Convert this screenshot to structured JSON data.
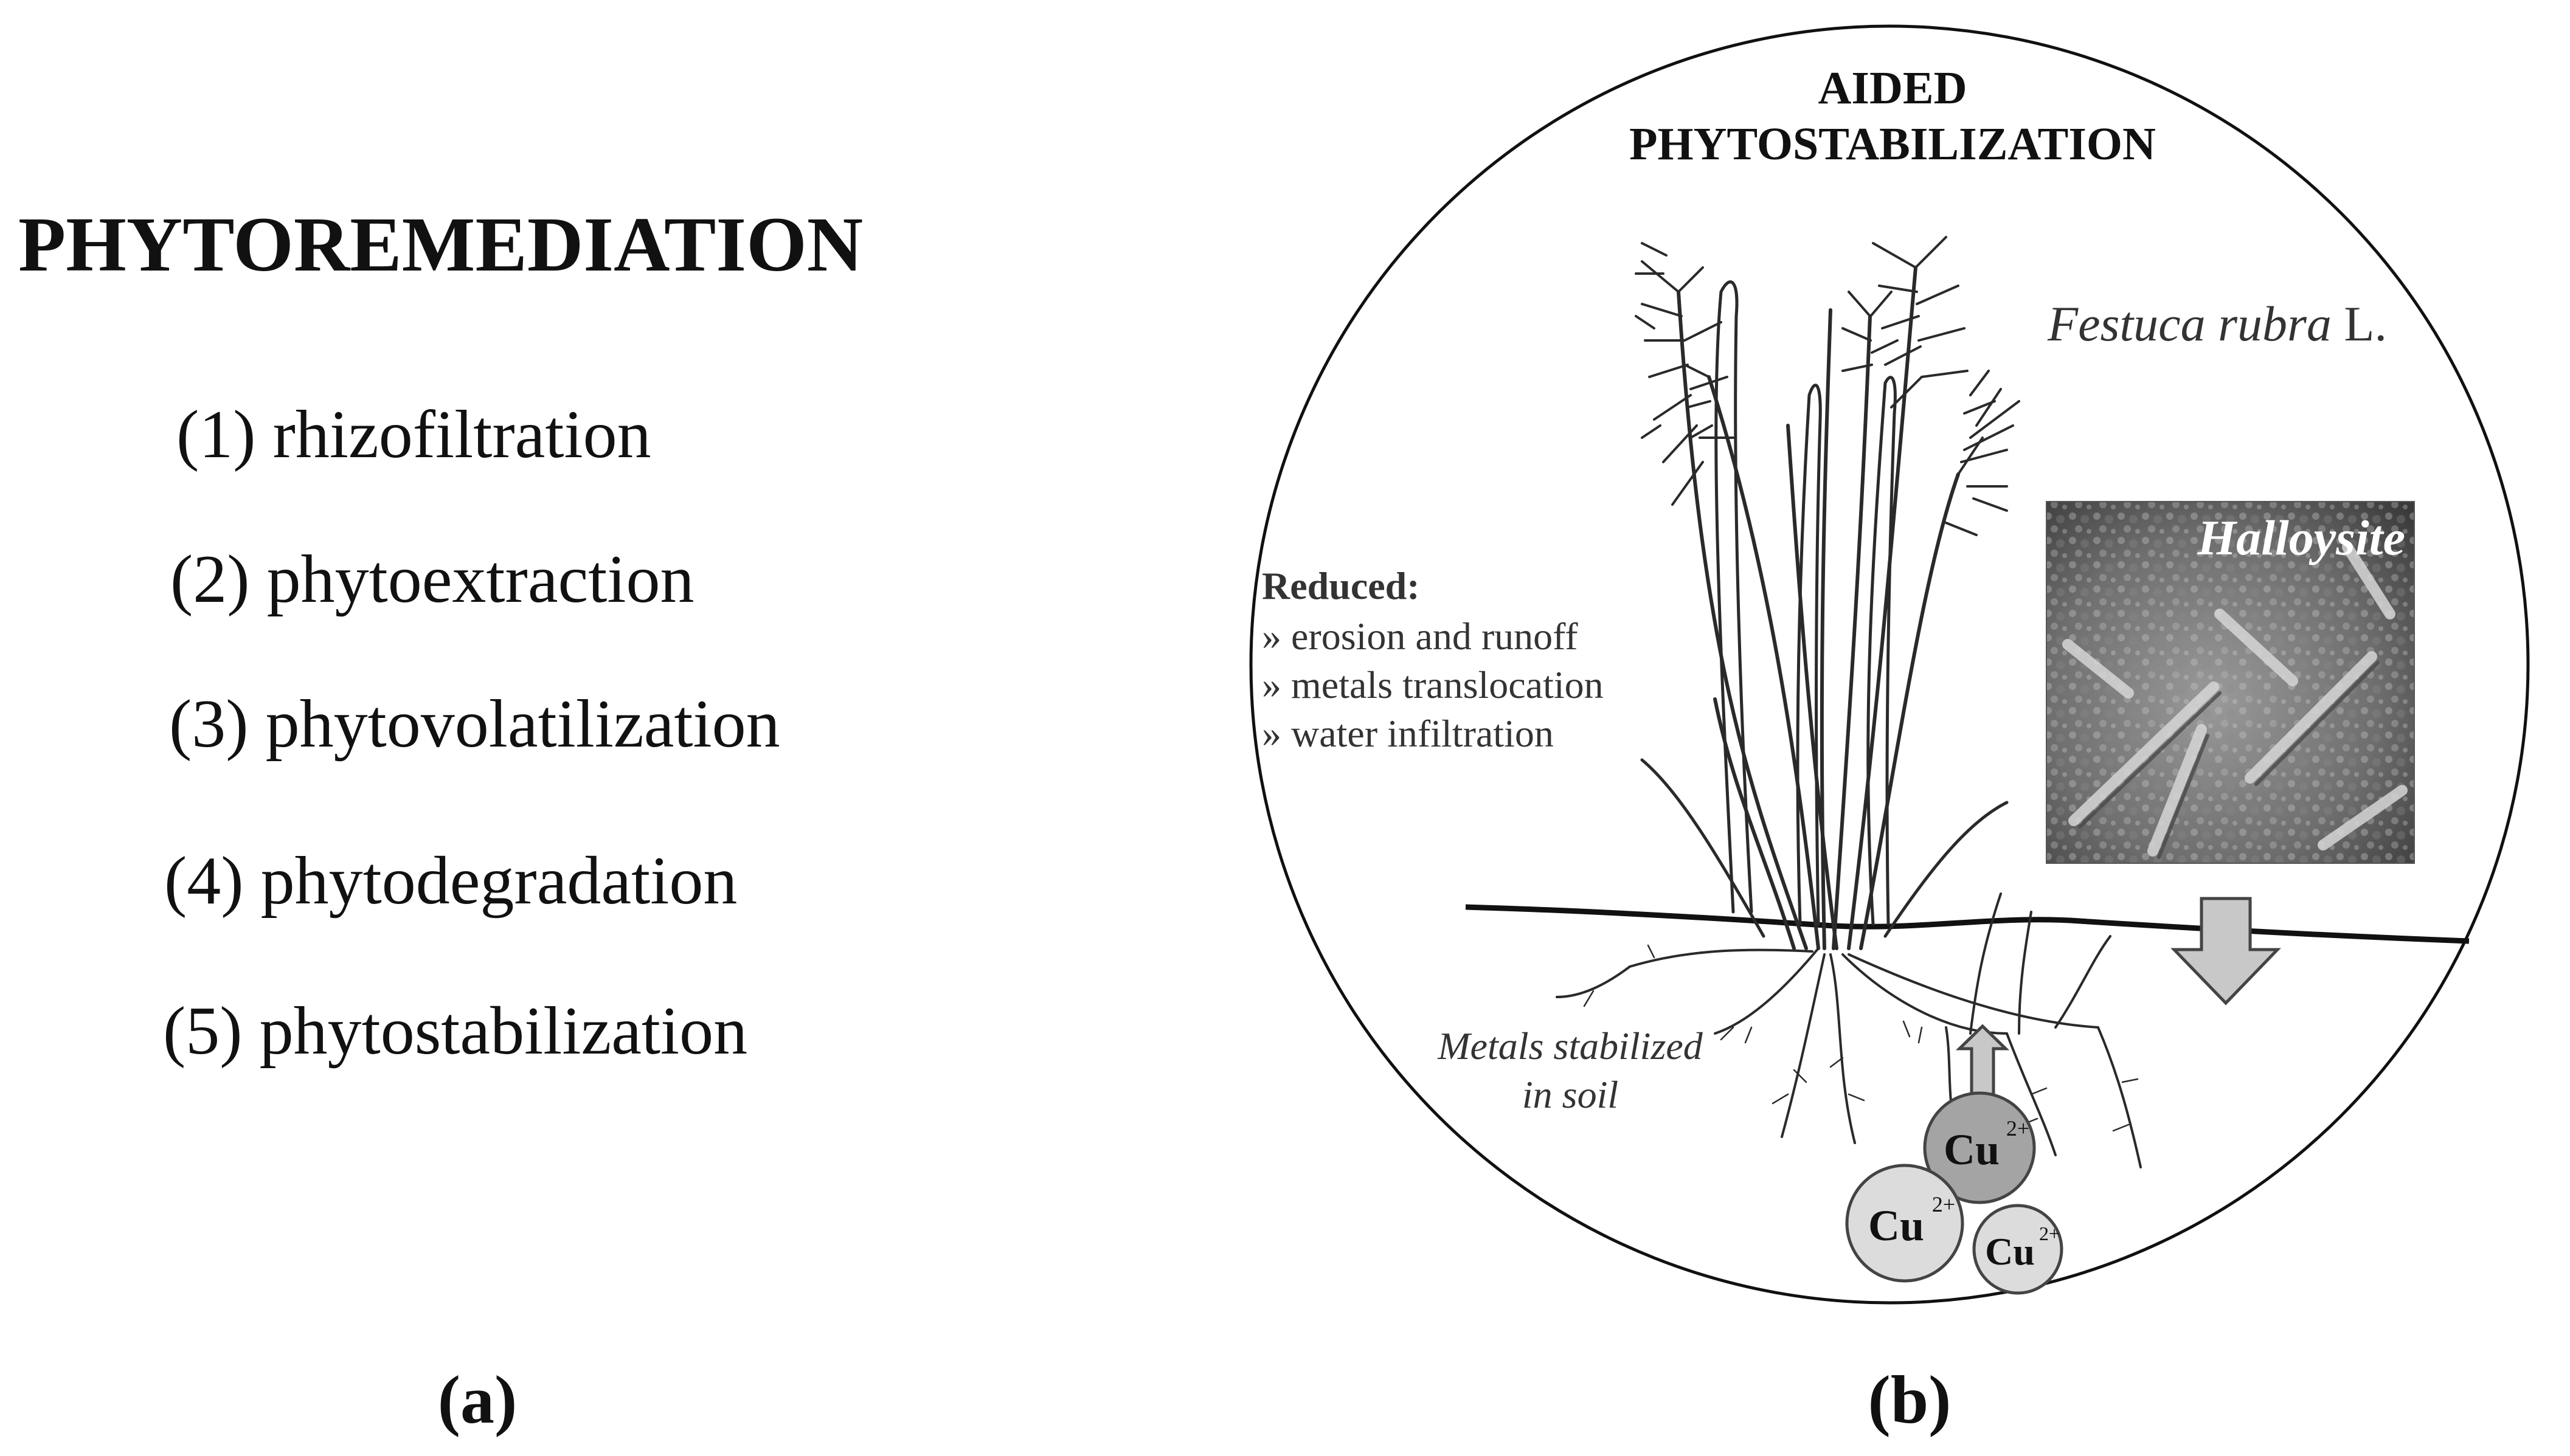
{
  "panel_a": {
    "title": "PHYTOREMEDIATION",
    "items": [
      "(1) rhizofiltration",
      "(2) phytoextraction",
      "(3) phytovolatilization",
      "(4) phytodegradation",
      "(5) phytostabilization"
    ],
    "label": "(a)"
  },
  "panel_b": {
    "title_line1": "AIDED",
    "title_line2": "PHYTOSTABILIZATION",
    "species_italic": "Festuca rubra",
    "species_author": " L.",
    "reduced_heading": "Reduced:",
    "reduced_items": [
      "» erosion and runoff",
      "» metals translocation",
      "» water infiltration"
    ],
    "halloysite_label": "Halloysite",
    "metals_line1": "Metals stabilized",
    "metals_line2": "in soil",
    "ion_symbol": "Cu",
    "ion_charge": "2+",
    "label": "(b)"
  },
  "colors": {
    "ink": "#111111",
    "plant": "#2a2a2a",
    "arrow_fill": "#c8c8c8",
    "ion_dark": "#a4a4a4",
    "ion_light": "#dcdcdc",
    "sem_dark": "#3c3c3c",
    "sem_light": "#b4b4b4"
  }
}
